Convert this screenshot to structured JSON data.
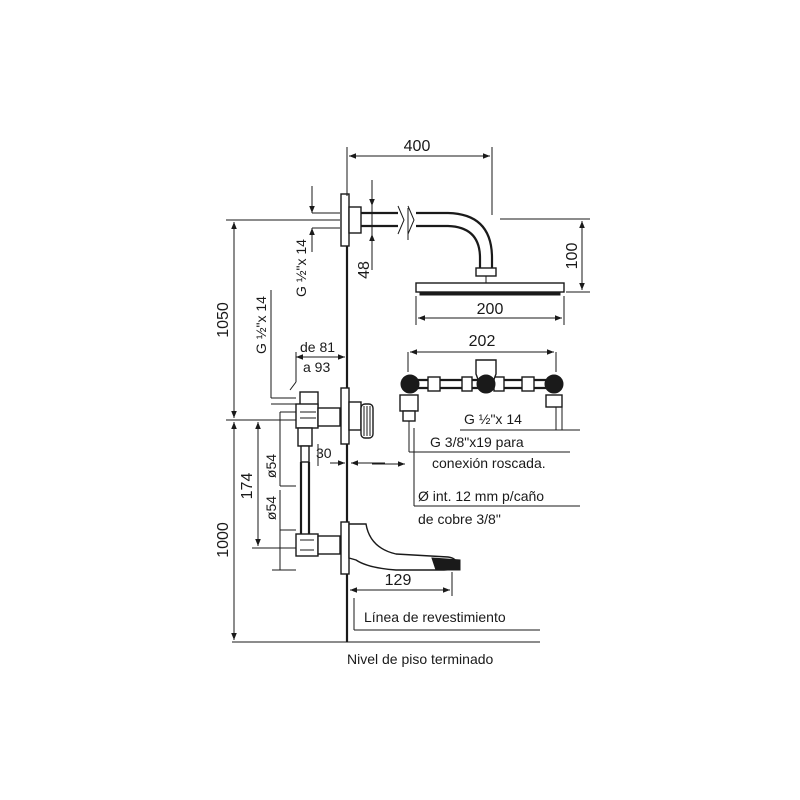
{
  "dimensions": {
    "arm_length": "400",
    "arm_drop": "100",
    "head_width": "200",
    "wall_offset": "48",
    "top_thread": "G ½\"x 14",
    "top_height": "1050",
    "side_thread": "G ½\"x 14",
    "depth_range_1": "de 81",
    "depth_range_2": "a 93",
    "valve_spacing": "174",
    "pipe_dia_upper": "ø54",
    "pipe_dia_lower": "ø54",
    "valve_gap": "30",
    "bottom_height": "1000",
    "spout_length": "129",
    "plan_width": "202",
    "plan_thread": "G ½\"x 14"
  },
  "notes": {
    "thread_conn_1": "G 3/8\"x19 para",
    "thread_conn_2": "conexión roscada.",
    "copper_1": "Ø int. 12 mm p/caño",
    "copper_2": "de cobre 3/8\"",
    "wall_line": "Línea de revestimiento",
    "floor_line": "Nivel de piso terminado"
  }
}
